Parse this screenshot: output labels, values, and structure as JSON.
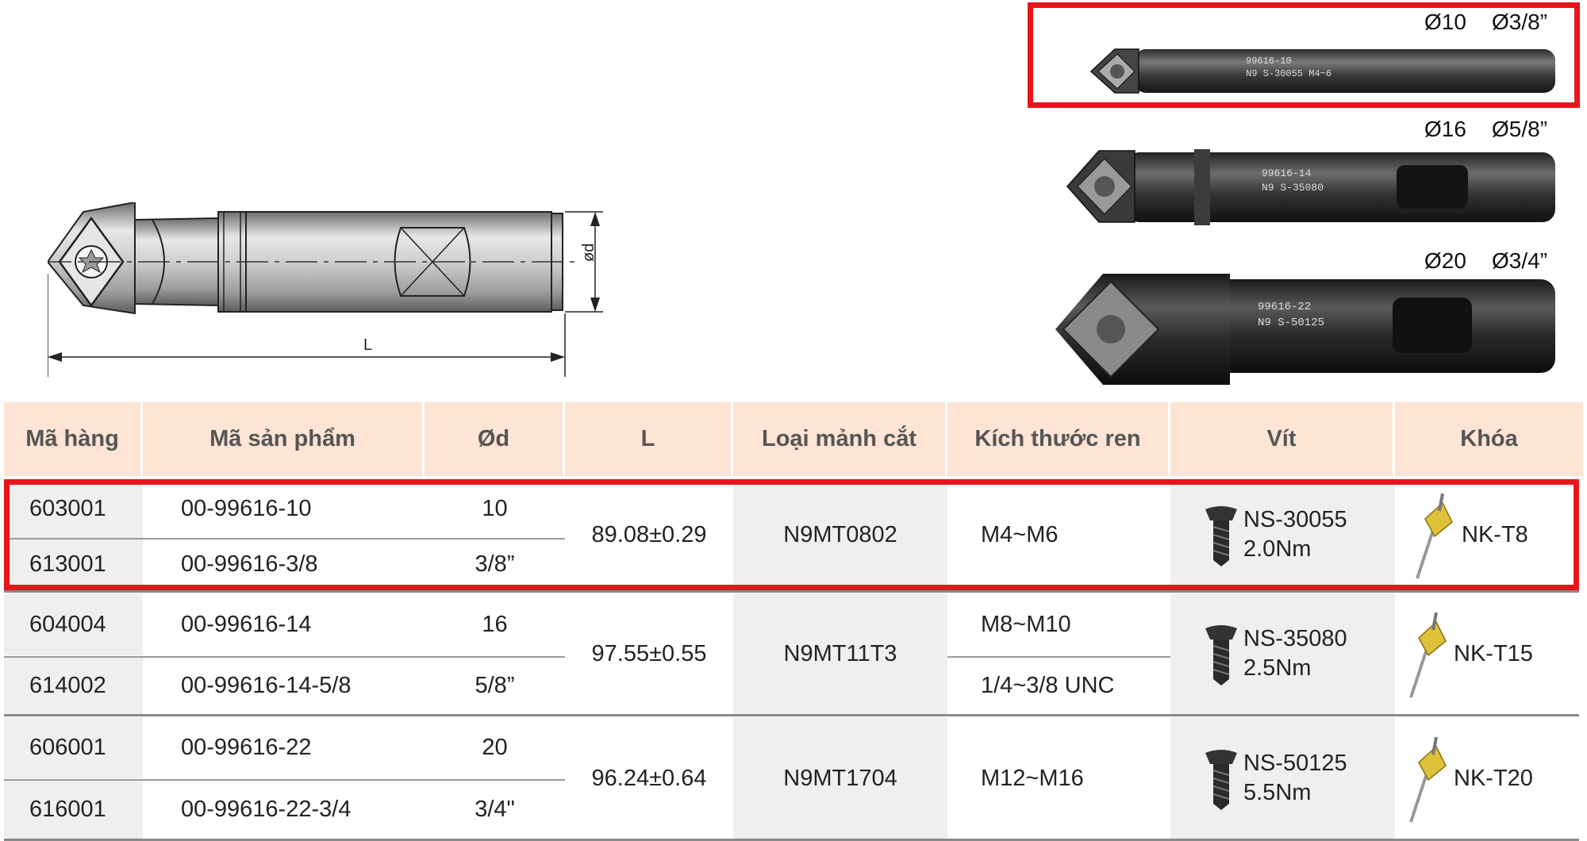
{
  "drawing": {
    "d_label": "ød",
    "l_label": "L"
  },
  "photos": [
    {
      "metric": "Ø10",
      "imperial": "Ø3/8”",
      "model": "99616-10",
      "spec": "N9 S-30055 M4~6"
    },
    {
      "metric": "Ø16",
      "imperial": "Ø5/8”",
      "model": "99616-14",
      "spec": "N9 S-35080"
    },
    {
      "metric": "Ø20",
      "imperial": "Ø3/4”",
      "model": "99616-22",
      "spec": "N9 S-50125"
    }
  ],
  "table": {
    "headers": [
      "Mã hàng",
      "Mã sản phẩm",
      "Ød",
      "L",
      "Loại mảnh cắt",
      "Kích thước ren",
      "Vít",
      "Khóa"
    ],
    "groups": [
      {
        "rows": [
          {
            "code": "603001",
            "product": "00-99616-10",
            "d": "10",
            "thread": ""
          },
          {
            "code": "613001",
            "product": "00-99616-3/8",
            "d": "3/8”",
            "thread": ""
          }
        ],
        "L": "89.08±0.29",
        "insert": "N9MT0802",
        "thread_merged": "M4~M6",
        "screw": "NS-30055",
        "torque": "2.0Nm",
        "key": "NK-T8"
      },
      {
        "rows": [
          {
            "code": "604004",
            "product": "00-99616-14",
            "d": "16",
            "thread": "M8~M10"
          },
          {
            "code": "614002",
            "product": "00-99616-14-5/8",
            "d": "5/8”",
            "thread": "1/4~3/8 UNC"
          }
        ],
        "L": "97.55±0.55",
        "insert": "N9MT11T3",
        "thread_merged": "",
        "screw": "NS-35080",
        "torque": "2.5Nm",
        "key": "NK-T15"
      },
      {
        "rows": [
          {
            "code": "606001",
            "product": "00-99616-22",
            "d": "20",
            "thread": ""
          },
          {
            "code": "616001",
            "product": "00-99616-22-3/4",
            "d": "3/4\"",
            "thread": ""
          }
        ],
        "L": "96.24±0.64",
        "insert": "N9MT1704",
        "thread_merged": "M12~M16",
        "screw": "NS-50125",
        "torque": "5.5Nm",
        "key": "NK-T20"
      }
    ]
  },
  "colors": {
    "highlight": "#e8141b",
    "header_bg": "#fde4d4"
  }
}
